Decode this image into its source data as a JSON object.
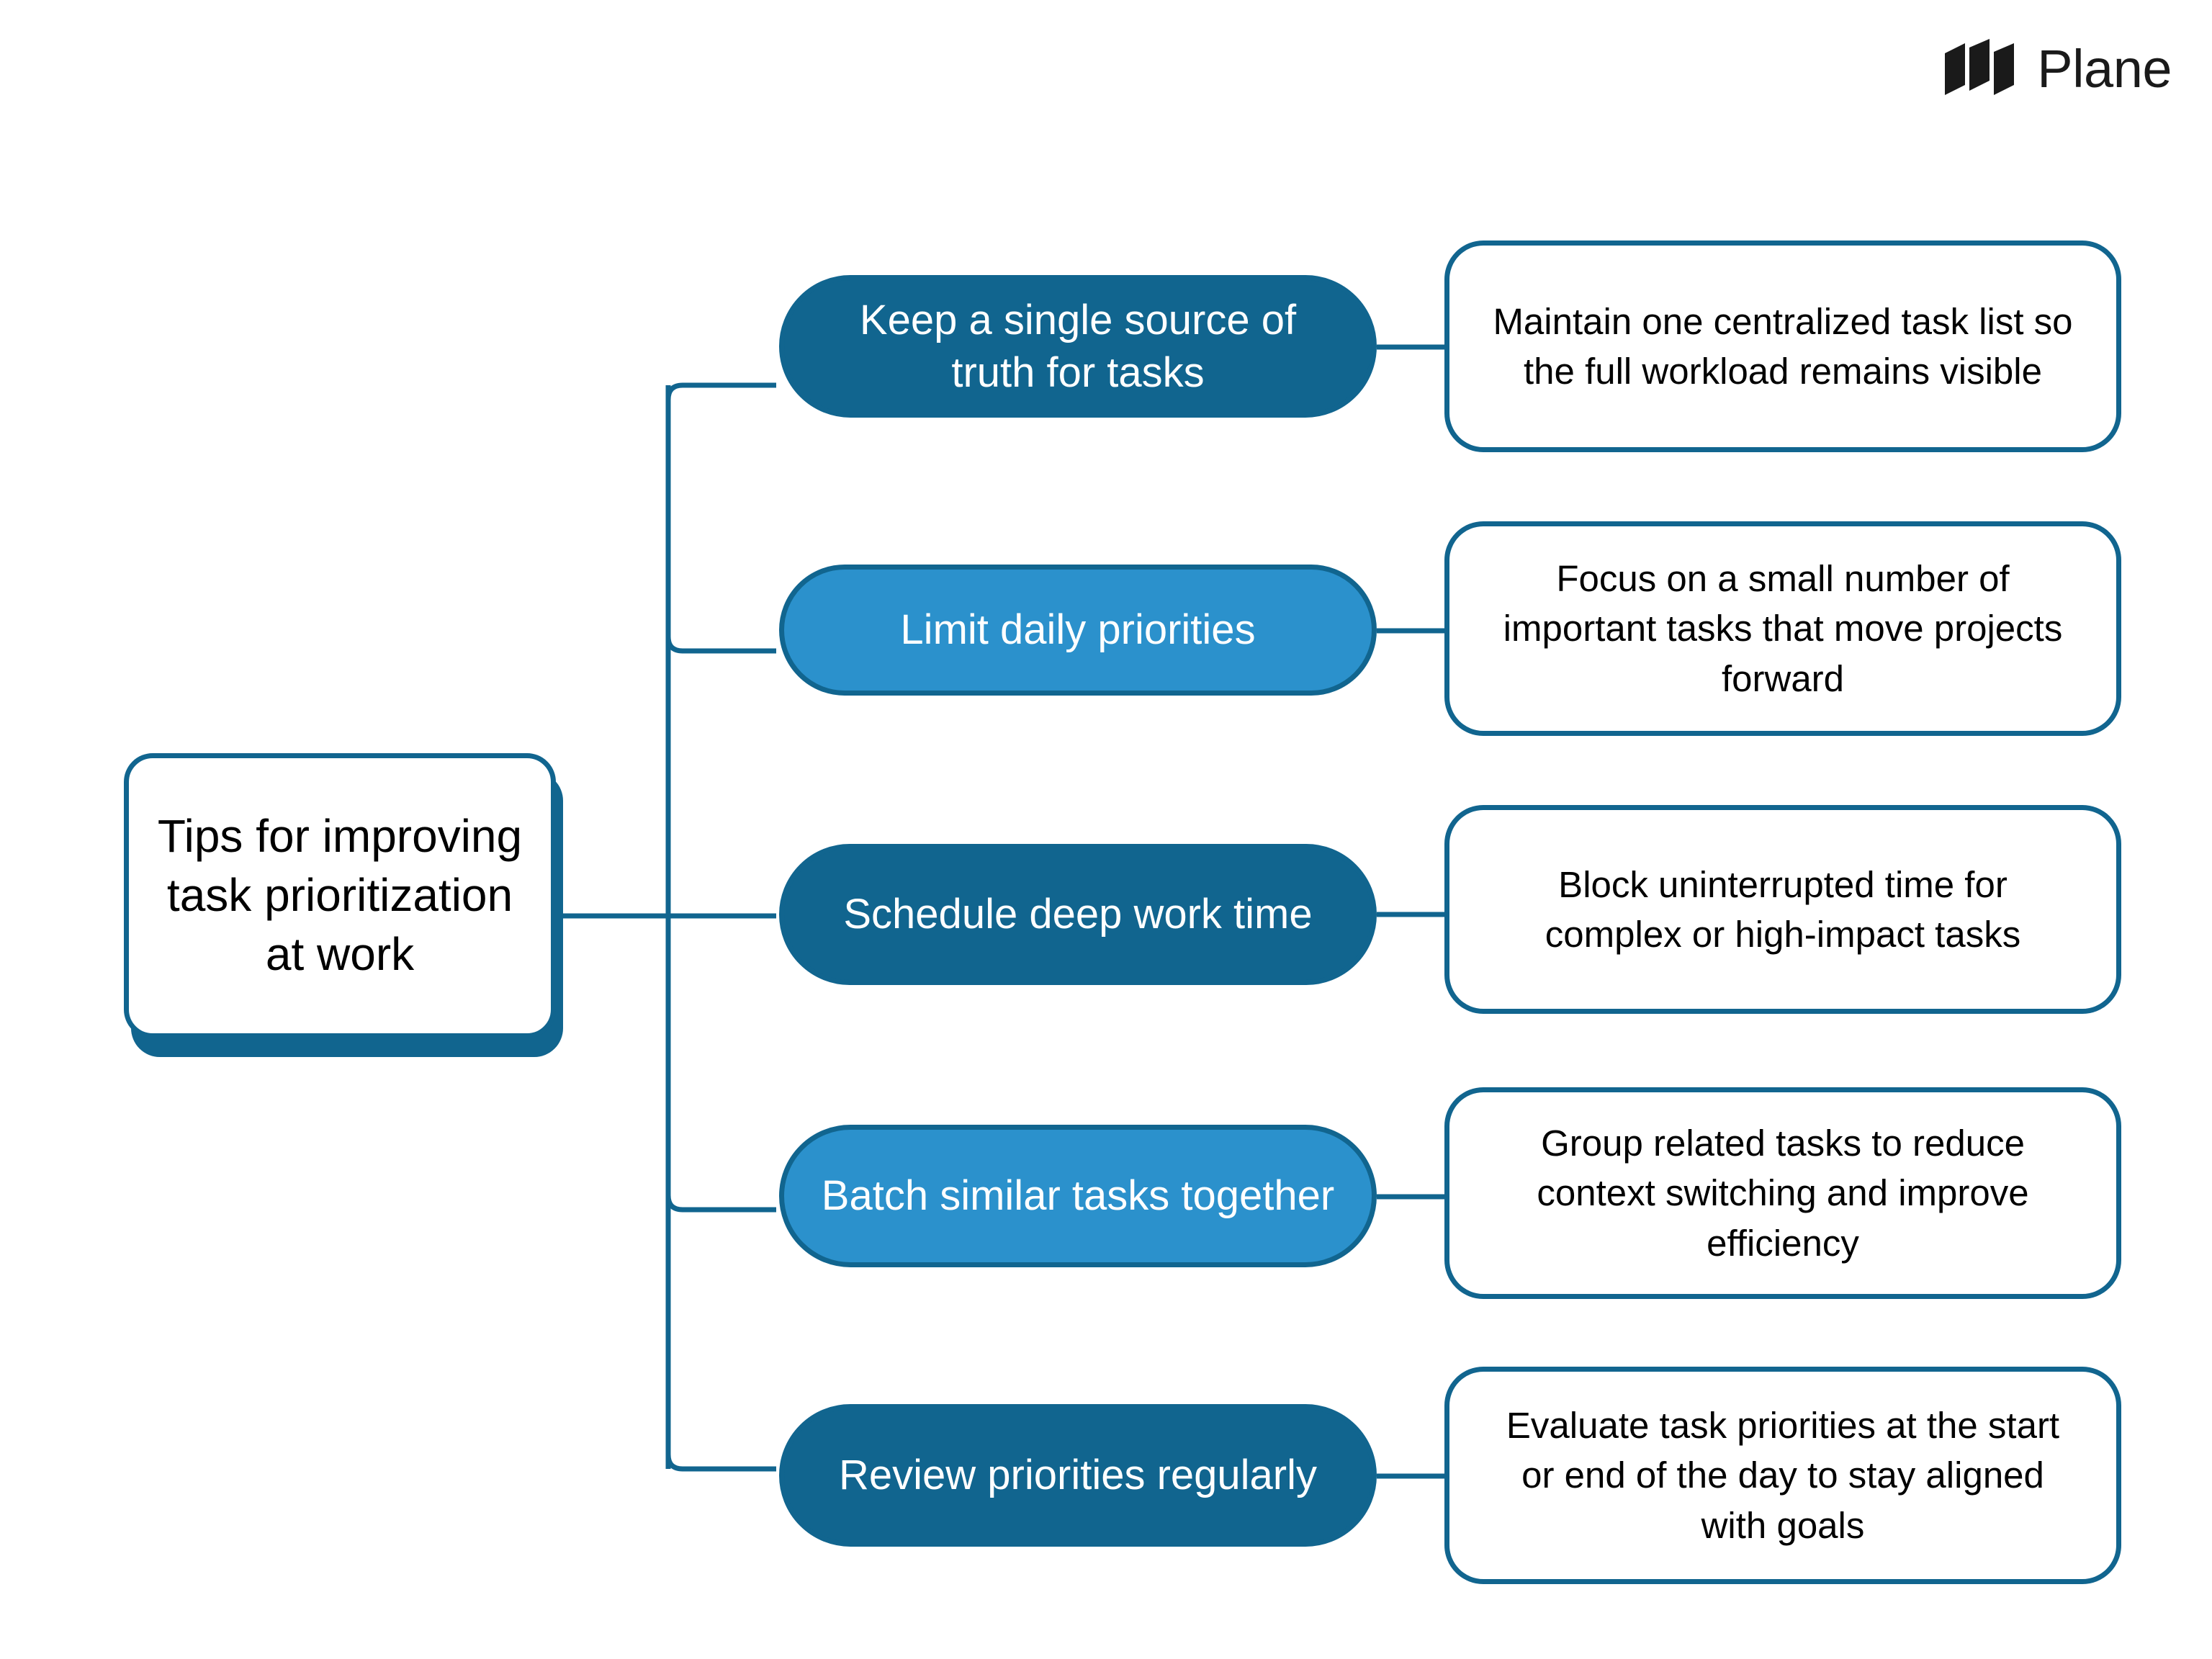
{
  "brand": {
    "name": "Plane",
    "logo_icon": "plane-logo-icon"
  },
  "diagram": {
    "type": "mindmap",
    "root": {
      "label": "Tips for improving task prioritization at work",
      "fill": "#FFFFFF",
      "border": "#11658F",
      "text_color": "#000000"
    },
    "palette": {
      "dark_blue": "#11658F",
      "light_blue": "#2B91CC",
      "connector": "#11658F",
      "card_fill": "#FFFFFF",
      "page_background": "#FFFFFF"
    },
    "branches": [
      {
        "label": "Keep a single source of truth for tasks",
        "tone": "dark",
        "detail": "Maintain one centralized task list so the full workload remains visible"
      },
      {
        "label": "Limit daily priorities",
        "tone": "light",
        "detail": "Focus on a small number of important tasks that move projects forward"
      },
      {
        "label": "Schedule deep work time",
        "tone": "dark",
        "detail": "Block uninterrupted time for complex or high-impact tasks"
      },
      {
        "label": "Batch similar tasks together",
        "tone": "light",
        "detail": "Group related tasks to reduce context switching and improve efficiency"
      },
      {
        "label": "Review priorities regularly",
        "tone": "dark",
        "detail": "Evaluate task priorities at the start or end of the day to stay aligned with goals"
      }
    ]
  }
}
